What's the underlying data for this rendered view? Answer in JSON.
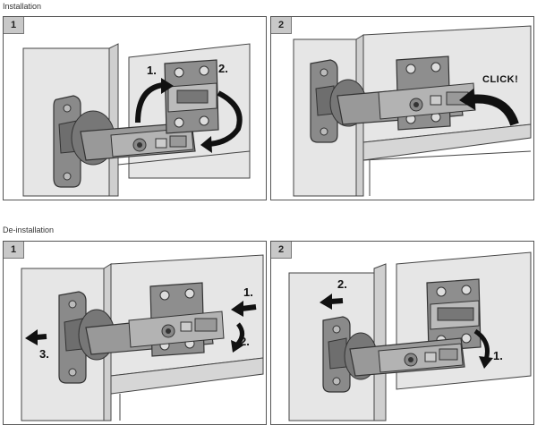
{
  "sections": {
    "installation": "Installation",
    "deinstallation": "De-installation"
  },
  "panels": {
    "inst1": {
      "badge": "1",
      "step1": "1.",
      "step2": "2."
    },
    "inst2": {
      "badge": "2",
      "click": "CLICK!"
    },
    "de1": {
      "badge": "1",
      "step1": "1.",
      "step2": "2.",
      "step3": "3."
    },
    "de2": {
      "badge": "2",
      "step1": "1.",
      "step2": "2."
    }
  },
  "colors": {
    "wall": "#e6e6e6",
    "metal": "#8a8a8a",
    "metal_dark": "#555555",
    "arrow": "#111111",
    "outline": "#333333"
  }
}
